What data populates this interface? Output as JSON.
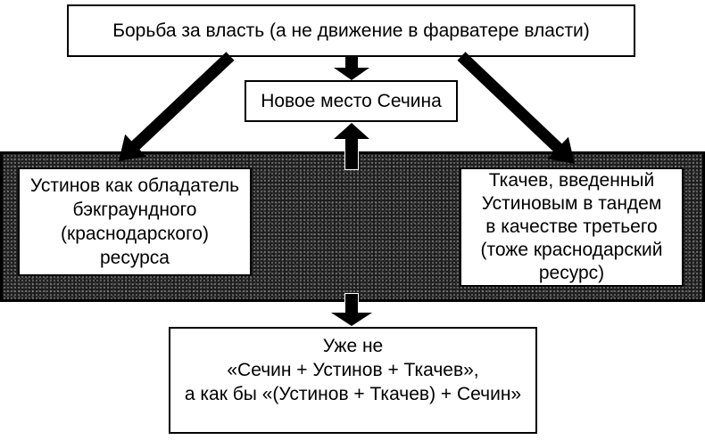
{
  "colors": {
    "background": "#ffffff",
    "box_background": "#ffffff",
    "box_border": "#000000",
    "band_background": "#1c1c1c",
    "arrow": "#000000",
    "text": "#000000"
  },
  "boxes": {
    "top": {
      "text": "Борьба за власть (а не движение в фарватере власти)"
    },
    "center": {
      "text": "Новое место Сечина"
    },
    "left": {
      "lines": [
        "Устинов как обладатель",
        "бэкграундного",
        "(краснодарского)",
        "ресурса"
      ]
    },
    "right": {
      "lines": [
        "Ткачев, введенный",
        "Устиновым в тандем",
        "в качестве третьего",
        "(тоже краснодарский",
        "ресурс)"
      ]
    },
    "bottom": {
      "lines": [
        "Уже не",
        "«Сечин + Устинов + Ткачев»,",
        "а как бы «(Устинов + Ткачев) + Сечин»"
      ]
    }
  },
  "connections": [
    {
      "from": "top-box",
      "to": "center-box",
      "type": "thick-arrow-down"
    },
    {
      "from": "top-box",
      "to": "left-box",
      "type": "thick-arrow-diagonal-down-left"
    },
    {
      "from": "top-box",
      "to": "right-box",
      "type": "thick-arrow-diagonal-down-right"
    },
    {
      "from": "band",
      "to": "center-box",
      "type": "thick-arrow-up"
    },
    {
      "from": "band",
      "to": "bottom-box",
      "type": "thick-arrow-down"
    }
  ]
}
